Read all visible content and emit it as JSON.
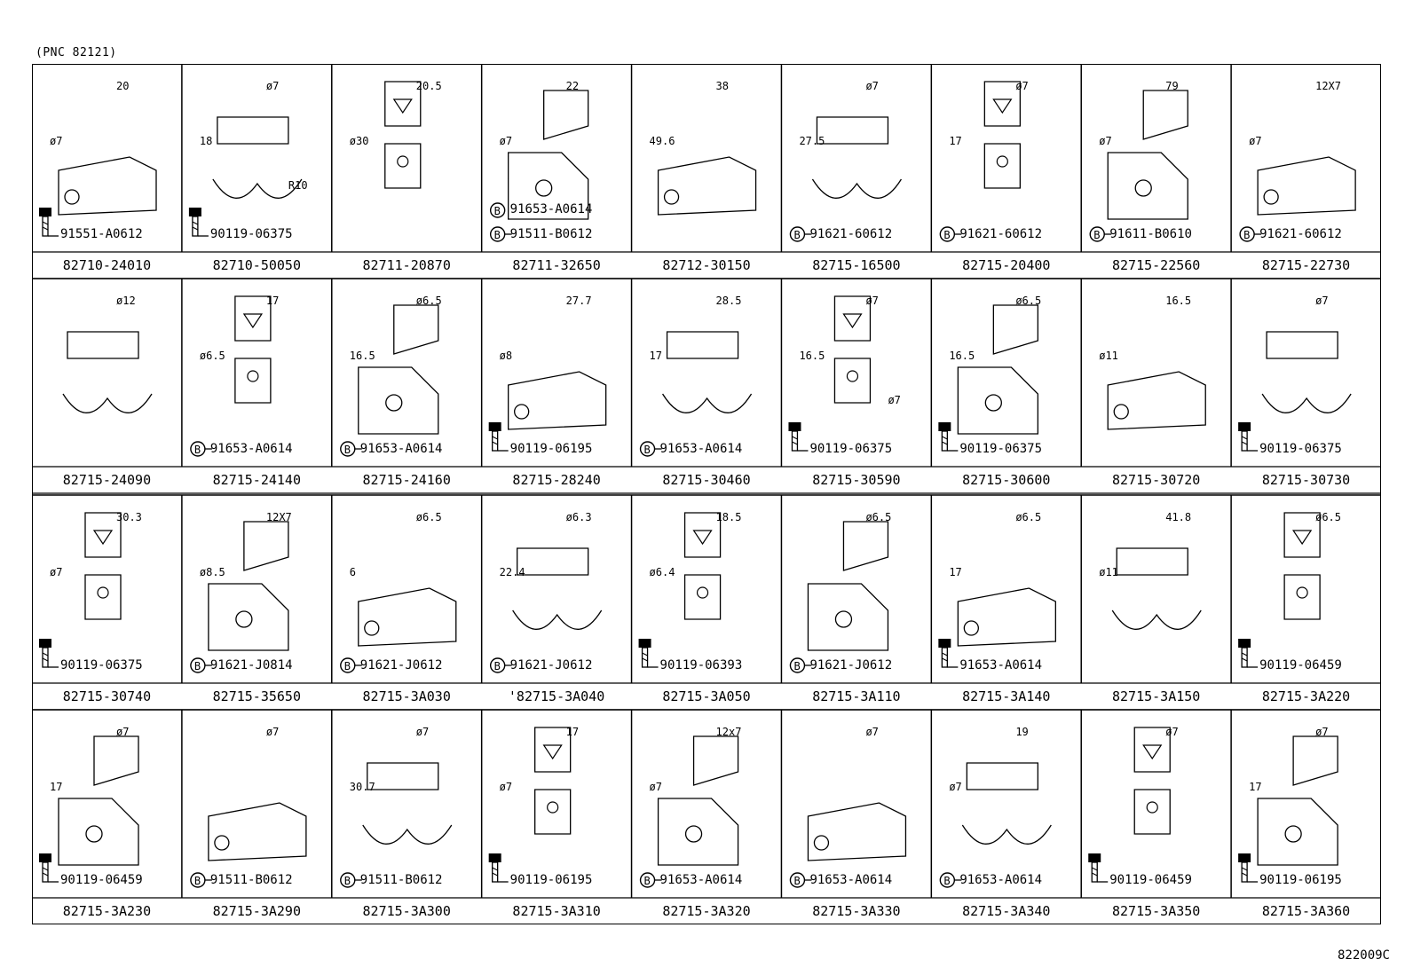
{
  "header": {
    "pnc": "(PNC 82121)"
  },
  "footer": {
    "code": "822009C"
  },
  "rows": [
    [
      {
        "part": "82710-24010",
        "fastener": "91551-A0612",
        "ftype": "bolt",
        "dims": [
          "20",
          "ø7"
        ]
      },
      {
        "part": "82710-50050",
        "fastener": "90119-06375",
        "ftype": "bolt",
        "dims": [
          "ø7",
          "18",
          "R10"
        ]
      },
      {
        "part": "82711-20870",
        "fastener": "",
        "ftype": "none",
        "dims": [
          "20.5",
          "ø30"
        ]
      },
      {
        "part": "82711-32650",
        "fastener": "91653-A0614",
        "ftype": "B",
        "fastener2": "91511-B0612",
        "dims": [
          "22",
          "ø7"
        ]
      },
      {
        "part": "82712-30150",
        "fastener": "",
        "ftype": "none",
        "dims": [
          "38",
          "49.6"
        ]
      },
      {
        "part": "82715-16500",
        "fastener": "91621-60612",
        "ftype": "B",
        "dims": [
          "ø7",
          "27.5"
        ]
      },
      {
        "part": "82715-20400",
        "fastener": "91621-60612",
        "ftype": "B",
        "dims": [
          "ø7",
          "17"
        ]
      },
      {
        "part": "82715-22560",
        "fastener": "91611-B0610",
        "ftype": "B",
        "dims": [
          "79",
          "ø7"
        ]
      },
      {
        "part": "82715-22730",
        "fastener": "91621-60612",
        "ftype": "B",
        "dims": [
          "12X7",
          "ø7"
        ]
      }
    ],
    [
      {
        "part": "82715-24090",
        "fastener": "",
        "ftype": "none",
        "dims": [
          "ø12"
        ]
      },
      {
        "part": "82715-24140",
        "fastener": "91653-A0614",
        "ftype": "B",
        "dims": [
          "17",
          "ø6.5"
        ]
      },
      {
        "part": "82715-24160",
        "fastener": "91653-A0614",
        "ftype": "B",
        "dims": [
          "ø6.5",
          "16.5"
        ]
      },
      {
        "part": "82715-28240",
        "fastener": "90119-06195",
        "ftype": "bolt",
        "dims": [
          "27.7",
          "ø8"
        ]
      },
      {
        "part": "82715-30460",
        "fastener": "91653-A0614",
        "ftype": "B",
        "dims": [
          "28.5",
          "17"
        ]
      },
      {
        "part": "82715-30590",
        "fastener": "90119-06375",
        "ftype": "bolt",
        "dims": [
          "ø7",
          "16.5",
          "ø7"
        ]
      },
      {
        "part": "82715-30600",
        "fastener": "90119-06375",
        "ftype": "bolt",
        "dims": [
          "ø6.5",
          "16.5"
        ]
      },
      {
        "part": "82715-30720",
        "fastener": "",
        "ftype": "none",
        "dims": [
          "16.5",
          "ø11"
        ]
      },
      {
        "part": "82715-30730",
        "fastener": "90119-06375",
        "ftype": "bolt",
        "dims": [
          "ø7"
        ]
      }
    ],
    [
      {
        "part": "82715-30740",
        "fastener": "90119-06375",
        "ftype": "bolt",
        "dims": [
          "30.3",
          "ø7"
        ]
      },
      {
        "part": "82715-35650",
        "fastener": "91621-J0814",
        "ftype": "B",
        "dims": [
          "12X7",
          "ø8.5"
        ]
      },
      {
        "part": "82715-3A030",
        "fastener": "91621-J0612",
        "ftype": "B",
        "dims": [
          "ø6.5",
          "6"
        ]
      },
      {
        "part": "'82715-3A040",
        "fastener": "91621-J0612",
        "ftype": "B",
        "dims": [
          "ø6.3",
          "22.4"
        ]
      },
      {
        "part": "82715-3A050",
        "fastener": "90119-06393",
        "ftype": "bolt",
        "dims": [
          "18.5",
          "ø6.4"
        ]
      },
      {
        "part": "82715-3A110",
        "fastener": "91621-J0612",
        "ftype": "B",
        "dims": [
          "ø6.5"
        ]
      },
      {
        "part": "82715-3A140",
        "fastener": "91653-A0614",
        "ftype": "bolt",
        "dims": [
          "ø6.5",
          "17"
        ]
      },
      {
        "part": "82715-3A150",
        "fastener": "",
        "ftype": "none",
        "dims": [
          "41.8",
          "ø11"
        ]
      },
      {
        "part": "82715-3A220",
        "fastener": "90119-06459",
        "ftype": "bolt",
        "dims": [
          "ø6.5"
        ]
      }
    ],
    [
      {
        "part": "82715-3A230",
        "fastener": "90119-06459",
        "ftype": "bolt",
        "dims": [
          "ø7",
          "17"
        ]
      },
      {
        "part": "82715-3A290",
        "fastener": "91511-B0612",
        "ftype": "B",
        "dims": [
          "ø7"
        ]
      },
      {
        "part": "82715-3A300",
        "fastener": "91511-B0612",
        "ftype": "B",
        "dims": [
          "ø7",
          "30.7"
        ]
      },
      {
        "part": "82715-3A310",
        "fastener": "90119-06195",
        "ftype": "bolt",
        "dims": [
          "17",
          "ø7"
        ]
      },
      {
        "part": "82715-3A320",
        "fastener": "91653-A0614",
        "ftype": "B",
        "dims": [
          "12x7",
          "ø7"
        ]
      },
      {
        "part": "82715-3A330",
        "fastener": "91653-A0614",
        "ftype": "B",
        "dims": [
          "ø7"
        ]
      },
      {
        "part": "82715-3A340",
        "fastener": "91653-A0614",
        "ftype": "B",
        "dims": [
          "19",
          "ø7"
        ]
      },
      {
        "part": "82715-3A350",
        "fastener": "90119-06459",
        "ftype": "bolt",
        "dims": [
          "ø7"
        ]
      },
      {
        "part": "82715-3A360",
        "fastener": "90119-06195",
        "ftype": "bolt",
        "dims": [
          "ø7",
          "17"
        ]
      }
    ]
  ]
}
